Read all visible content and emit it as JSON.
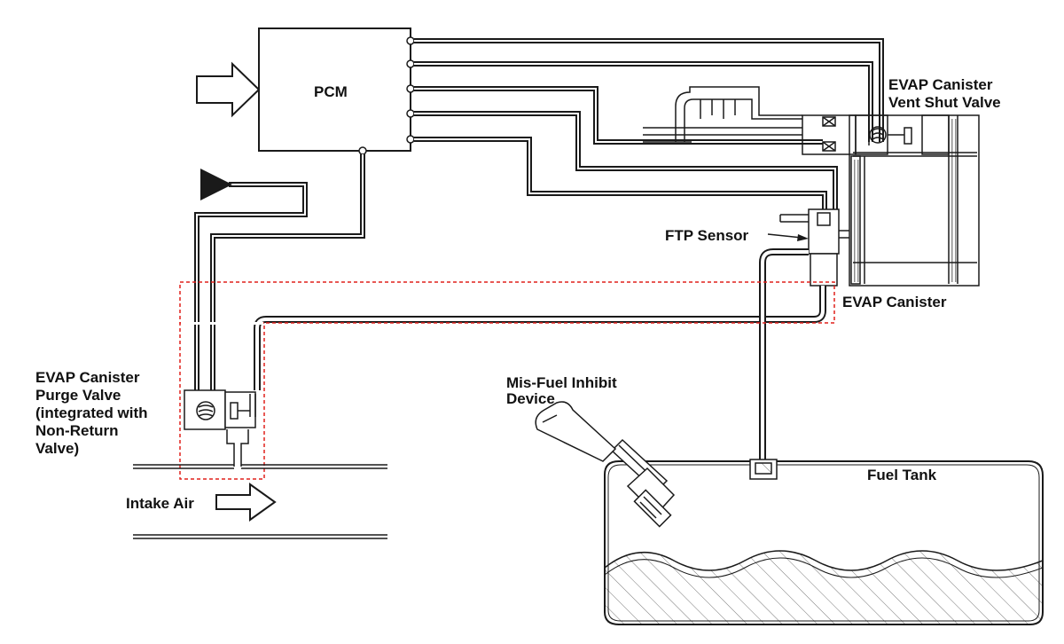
{
  "diagram": {
    "pcm_label": "PCM",
    "vent_valve_label_1": "EVAP Canister",
    "vent_valve_label_2": "Vent Shut Valve",
    "ftp_sensor_label": "FTP Sensor",
    "canister_label": "EVAP Canister",
    "purge_valve_label_1": "EVAP Canister",
    "purge_valve_label_2": "Purge Valve",
    "purge_valve_label_3": "(integrated with",
    "purge_valve_label_4": "Non-Return",
    "purge_valve_label_5": "Valve)",
    "misfuel_label_1": "Mis-Fuel Inhibit",
    "misfuel_label_2": "Device",
    "fuel_tank_label": "Fuel Tank",
    "intake_air_label": "Intake Air"
  },
  "colors": {
    "line": "#1a1a1a",
    "highlight": "#e0201c",
    "hatch": "#777777"
  }
}
